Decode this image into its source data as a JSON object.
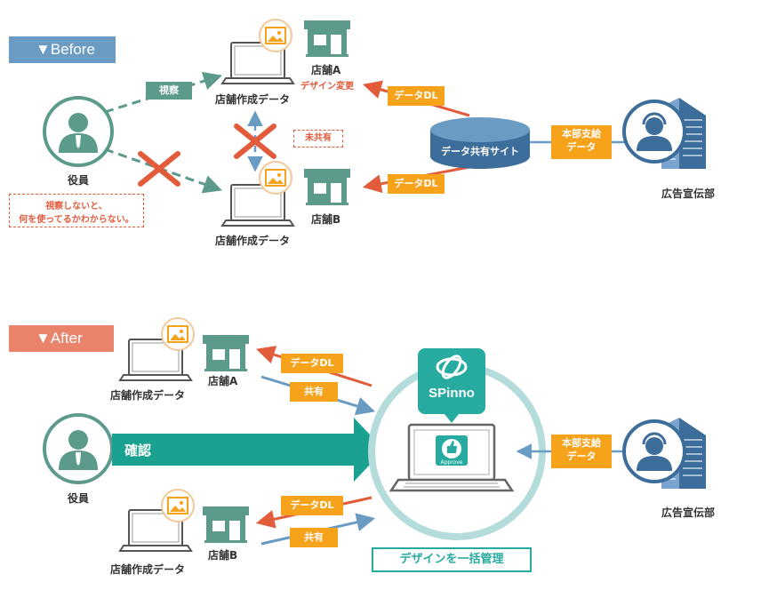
{
  "before": {
    "tag": "▼Before",
    "tag_color": "#6a9bc3",
    "exec_label": "役員",
    "view_label": "視察",
    "note_line1": "視察しないと、",
    "note_line2": "何を使ってるかわからない。",
    "laptop_a_label": "店舗作成データ",
    "laptop_b_label": "店舗作成データ",
    "store_a_label": "店舗A",
    "store_a_sub": "デザイン変更",
    "store_b_label": "店舗B",
    "unshared_label": "未共有",
    "dl_a": "データDL",
    "dl_b": "データDL",
    "db_label": "データ共有サイト",
    "hq_data_line1": "本部支給",
    "hq_data_line2": "データ",
    "hq_label": "広告宣伝部"
  },
  "after": {
    "tag": "▼After",
    "tag_color": "#e9836b",
    "exec_label": "役員",
    "confirm_label": "確認",
    "laptop_a_label": "店舗作成データ",
    "laptop_b_label": "店舗作成データ",
    "store_a_label": "店舗A",
    "store_b_label": "店舗B",
    "dl_a": "データDL",
    "share_a": "共有",
    "dl_b": "データDL",
    "share_b": "共有",
    "spinno_logo": "SPinno",
    "approve_label": "Approve",
    "hq_data_line1": "本部支給",
    "hq_data_line2": "データ",
    "hq_label": "広告宣伝部",
    "manage_label": "デザインを一括管理"
  },
  "colors": {
    "teal": "#5c9a8b",
    "teal_dark": "#3f7f72",
    "orange": "#f7a21b",
    "red": "#e25c3c",
    "blue": "#6a9bc3",
    "navy": "#3d6d9a",
    "spinno": "#27aba0"
  },
  "icons": [
    "person-icon",
    "laptop-icon",
    "image-icon",
    "store-icon",
    "database-icon",
    "operator-icon",
    "building-icon",
    "thumbs-up-icon",
    "spinno-logo-icon"
  ]
}
